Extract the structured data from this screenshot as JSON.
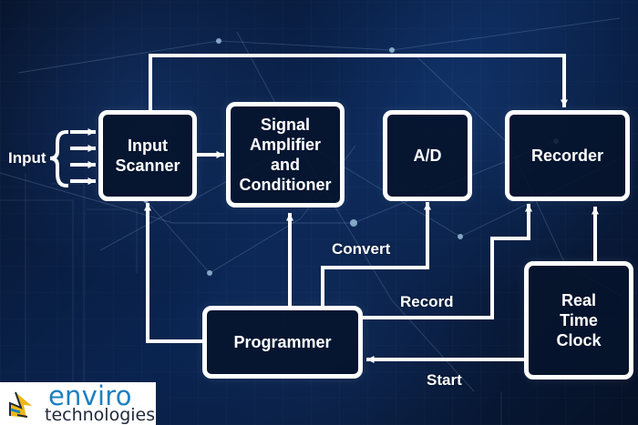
{
  "diagram": {
    "input_label": "Input",
    "boxes": {
      "input_scanner": "Input\nScanner",
      "signal_amplifier": "Signal\nAmplifier\nand\nConditioner",
      "ad": "A/D",
      "recorder": "Recorder",
      "programmer": "Programmer",
      "real_time_clock": "Real\nTime\nClock"
    },
    "connection_labels": {
      "convert": "Convert",
      "record": "Record",
      "start": "Start"
    }
  },
  "brand": {
    "name_top": "enviro",
    "name_bottom": "technologies",
    "logo_icon": "lightning-logo-icon",
    "colors": {
      "blue": "#1d7fc2",
      "yellow": "#f0b618",
      "dark": "#1e2a3a"
    }
  },
  "style": {
    "box_color": "#ffffff",
    "line_color": "#ffffff"
  }
}
